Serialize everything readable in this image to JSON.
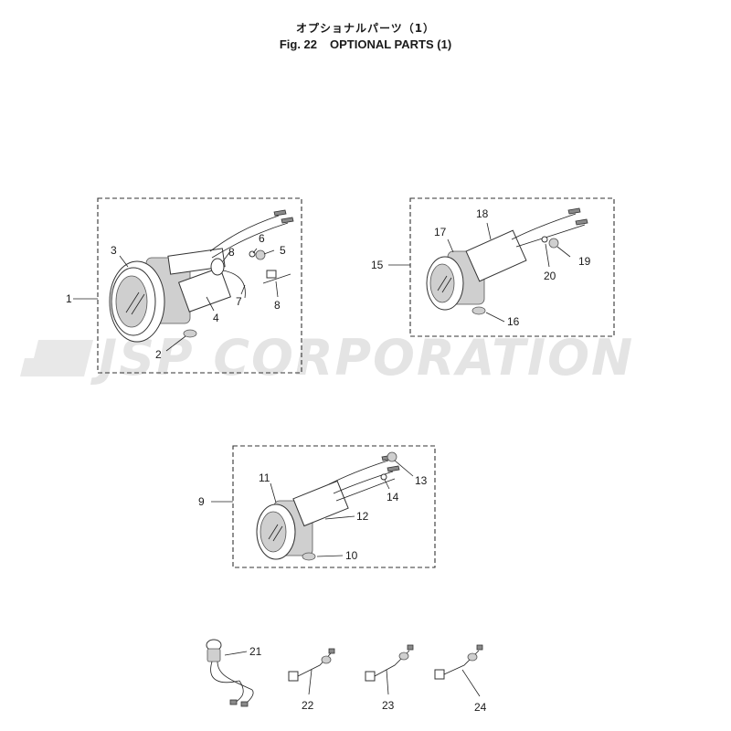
{
  "header": {
    "title_jp": "オプショナルパーツ（1）",
    "fig_label": "Fig. 22",
    "title_en": "OPTIONAL PARTS (1)"
  },
  "watermark": {
    "text": "JSP CORPORATION",
    "color": "#e4e4e4"
  },
  "callouts": {
    "c1": "1",
    "c2": "2",
    "c3": "3",
    "c4": "4",
    "c5": "5",
    "c6": "6",
    "c7": "7",
    "c8a": "8",
    "c8b": "8",
    "c9": "9",
    "c10": "10",
    "c11": "11",
    "c12": "12",
    "c13": "13",
    "c14": "14",
    "c15": "15",
    "c16": "16",
    "c17": "17",
    "c18": "18",
    "c19": "19",
    "c20": "20",
    "c21": "21",
    "c22": "22",
    "c23": "23",
    "c24": "24"
  }
}
